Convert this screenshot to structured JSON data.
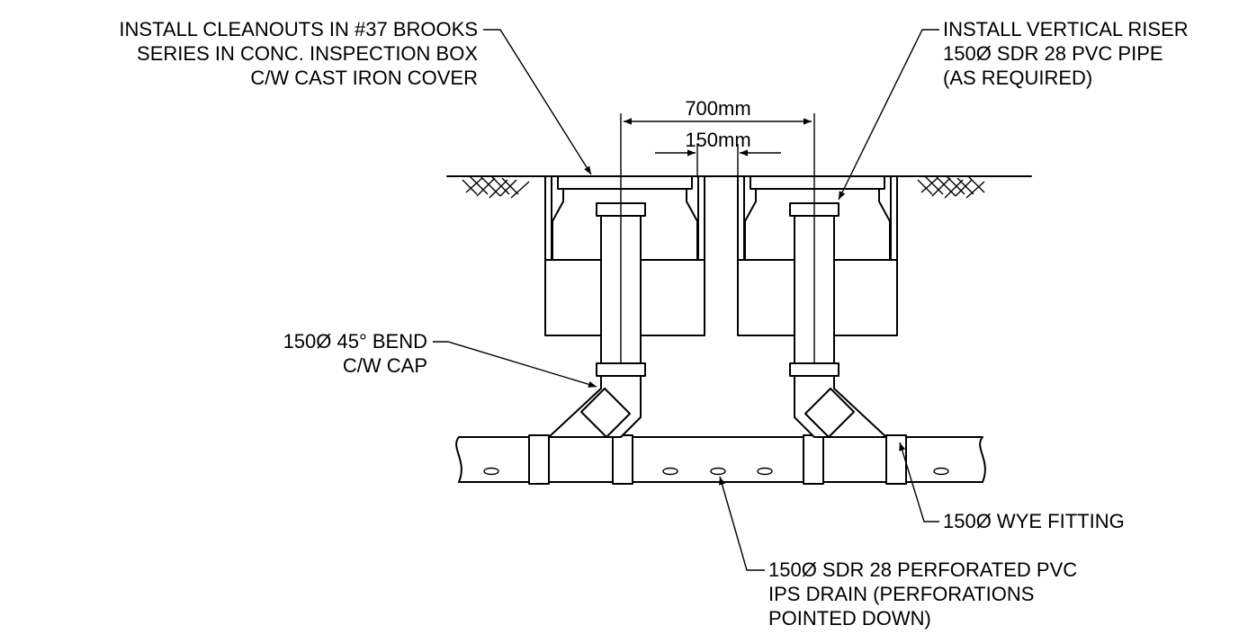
{
  "drawing": {
    "callouts": {
      "cleanouts": {
        "lines": [
          "INSTALL CLEANOUTS IN #37 BROOKS",
          "SERIES IN CONC. INSPECTION BOX",
          "C/W CAST IRON COVER"
        ]
      },
      "riser": {
        "lines": [
          "INSTALL VERTICAL RISER",
          "150Ø SDR 28 PVC PIPE",
          "(AS REQUIRED)"
        ]
      },
      "bend": {
        "lines": [
          "150Ø 45° BEND",
          "C/W CAP"
        ]
      },
      "wye": {
        "lines": [
          "150Ø WYE FITTING"
        ]
      },
      "drain": {
        "lines": [
          "150Ø SDR 28 PERFORATED PVC",
          "IPS DRAIN (PERFORATIONS",
          "POINTED DOWN)"
        ]
      }
    },
    "dimensions": {
      "spacing": "700mm",
      "gap": "150mm"
    }
  }
}
